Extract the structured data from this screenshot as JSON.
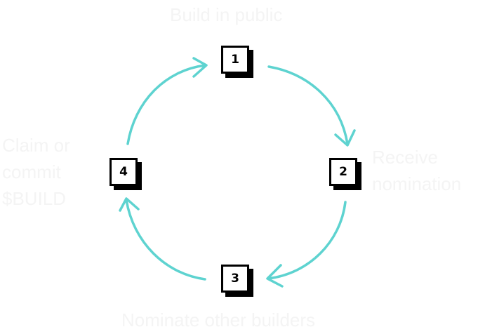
{
  "title": "Build in public",
  "steps": [
    {
      "number": "1",
      "label": "Build in public"
    },
    {
      "number": "2",
      "label_lines": [
        "Receive",
        "nomination"
      ]
    },
    {
      "number": "3",
      "label": "Nominate other builders"
    },
    {
      "number": "4",
      "label_lines": [
        "Claim or",
        "commit",
        "$BUILD"
      ]
    }
  ],
  "colors": {
    "arrow": "#5ed3d0",
    "text": "#f4f4f4",
    "box_border": "#000000"
  }
}
